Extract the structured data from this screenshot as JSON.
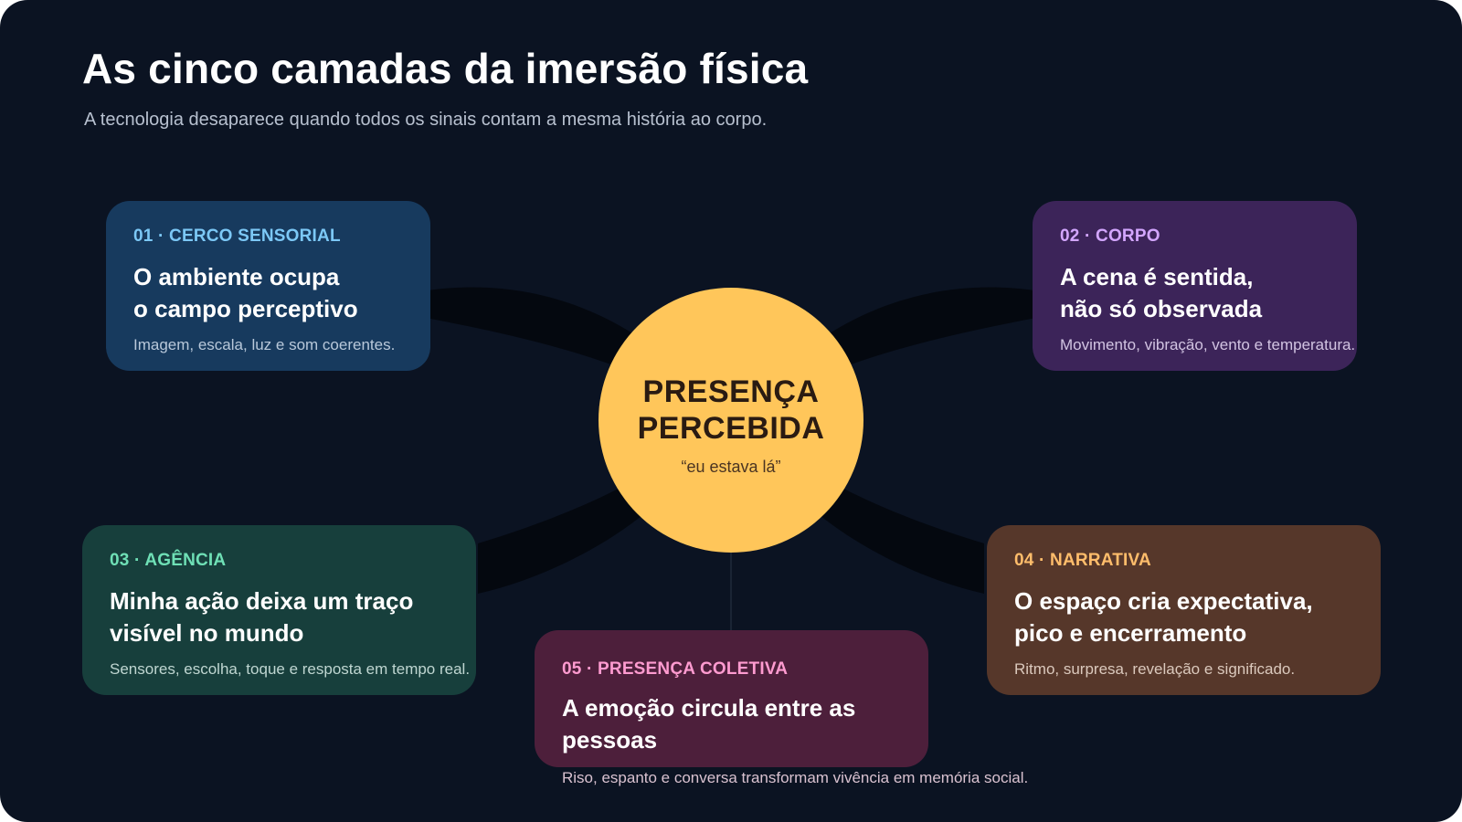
{
  "title": "As cinco camadas da imersão física",
  "subtitle": "A tecnologia desaparece quando todos os sinais contam a mesma história ao corpo.",
  "hub": {
    "title": "PRESENÇA\nPERCEBIDA",
    "subtitle": "“eu estava lá”",
    "color": "#ffc65a"
  },
  "layers": [
    {
      "tag": "01 · CERCO SENSORIAL",
      "heading": "O ambiente ocupa\no campo perceptivo",
      "description": "Imagem, escala, luz e som coerentes.",
      "color": "#173a5e"
    },
    {
      "tag": "02 · CORPO",
      "heading": "A cena é sentida,\nnão só observada",
      "description": "Movimento, vibração, vento e temperatura.",
      "color": "#3c2459"
    },
    {
      "tag": "03 · AGÊNCIA",
      "heading": "Minha ação deixa um traço\nvisível no mundo",
      "description": "Sensores, escolha, toque e resposta em tempo real.",
      "color": "#173f3c"
    },
    {
      "tag": "04 · NARRATIVA",
      "heading": "O espaço cria expectativa,\npico e encerramento",
      "description": "Ritmo, surpresa, revelação e significado.",
      "color": "#56372a"
    },
    {
      "tag": "05 · PRESENÇA COLETIVA",
      "heading": "A emoção circula entre as pessoas",
      "description": "Riso, espanto e conversa transformam vivência em memória social.",
      "color": "#4d1f3b"
    }
  ]
}
